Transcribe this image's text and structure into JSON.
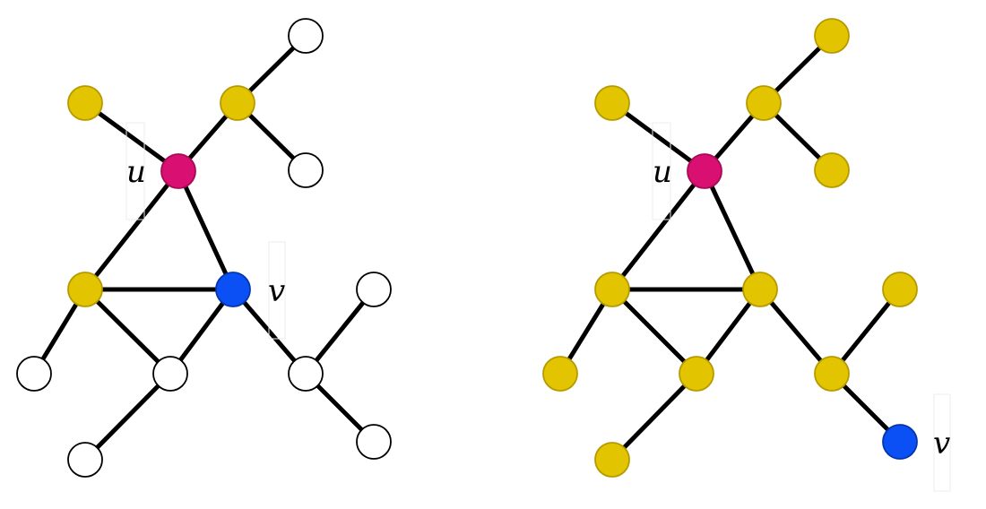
{
  "colors": {
    "u": "#d90f72",
    "v": "#0b50f5",
    "yellow": "#e2c400",
    "white": "#ffffff",
    "stroke_dark": "#000000",
    "stroke_yellow": "#b69b00",
    "stroke_pink": "#a80a55",
    "stroke_blue": "#0636ad"
  },
  "labels": {
    "u": "u",
    "v": "v"
  },
  "graphs": [
    {
      "name": "graph-left",
      "nodes": {
        "a": "yellow",
        "b": "yellow",
        "c": "white",
        "d": "white",
        "u": "u",
        "v": "v",
        "e": "yellow",
        "f": "white",
        "g": "white",
        "h": "white",
        "i": "white",
        "j": "white",
        "k": "white"
      },
      "edges": [
        [
          "a",
          "u"
        ],
        [
          "b",
          "u"
        ],
        [
          "b",
          "c"
        ],
        [
          "b",
          "d"
        ],
        [
          "u",
          "e"
        ],
        [
          "u",
          "v"
        ],
        [
          "e",
          "v"
        ],
        [
          "e",
          "f"
        ],
        [
          "e",
          "g"
        ],
        [
          "v",
          "g"
        ],
        [
          "g",
          "h"
        ],
        [
          "v",
          "i"
        ],
        [
          "i",
          "j"
        ],
        [
          "i",
          "k"
        ]
      ]
    },
    {
      "name": "graph-right",
      "nodes": {
        "a": "yellow",
        "b": "yellow",
        "c": "yellow",
        "d": "yellow",
        "u": "u",
        "v": "yellow",
        "e": "yellow",
        "f": "yellow",
        "g": "yellow",
        "h": "yellow",
        "i": "yellow",
        "j": "yellow",
        "k": "v"
      },
      "edges": [
        [
          "a",
          "u"
        ],
        [
          "b",
          "u"
        ],
        [
          "b",
          "c"
        ],
        [
          "b",
          "d"
        ],
        [
          "u",
          "e"
        ],
        [
          "u",
          "v"
        ],
        [
          "e",
          "v"
        ],
        [
          "e",
          "f"
        ],
        [
          "e",
          "g"
        ],
        [
          "v",
          "g"
        ],
        [
          "g",
          "h"
        ],
        [
          "v",
          "i"
        ],
        [
          "i",
          "j"
        ],
        [
          "i",
          "k"
        ]
      ]
    }
  ]
}
